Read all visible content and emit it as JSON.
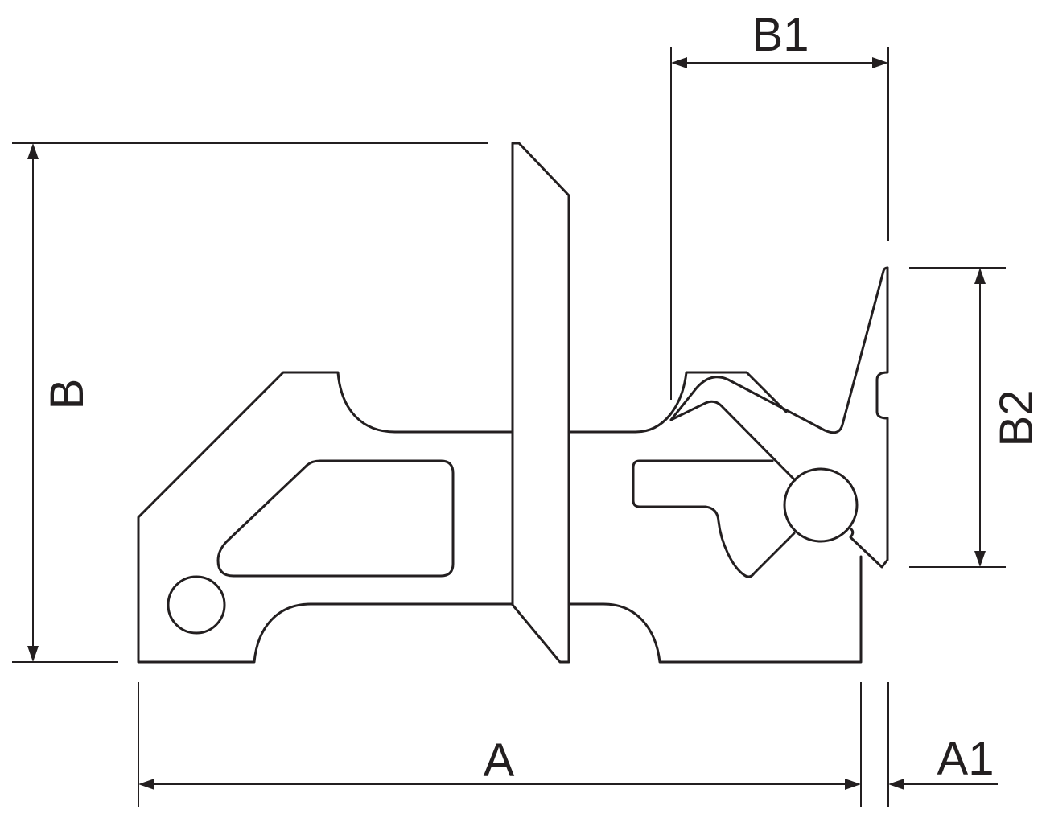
{
  "diagram": {
    "labels": {
      "A": "A",
      "A1": "A1",
      "B": "B",
      "B1": "B1",
      "B2": "B2"
    },
    "colors": {
      "line": "#231f20",
      "background": "#ffffff"
    }
  }
}
